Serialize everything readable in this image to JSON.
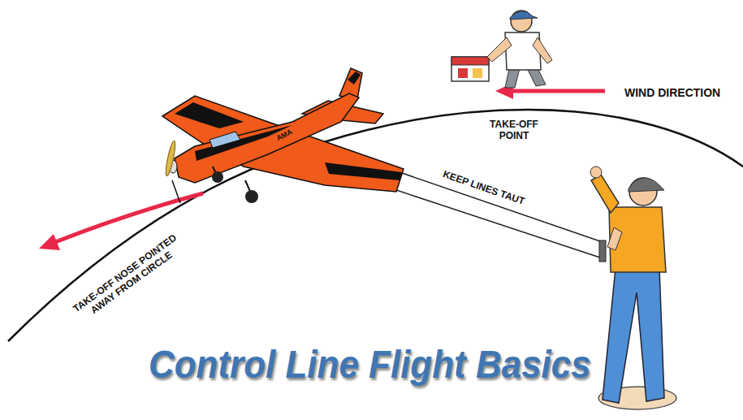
{
  "diagram": {
    "title": "Control Line Flight Basics",
    "labels": [
      "WIND DIRECTION",
      "TAKE-OFF POINT",
      "AMA",
      "KEEP LINES TAUT",
      "TAKE-OFF NOSE POINTED AWAY FROM CIRCLE"
    ]
  }
}
